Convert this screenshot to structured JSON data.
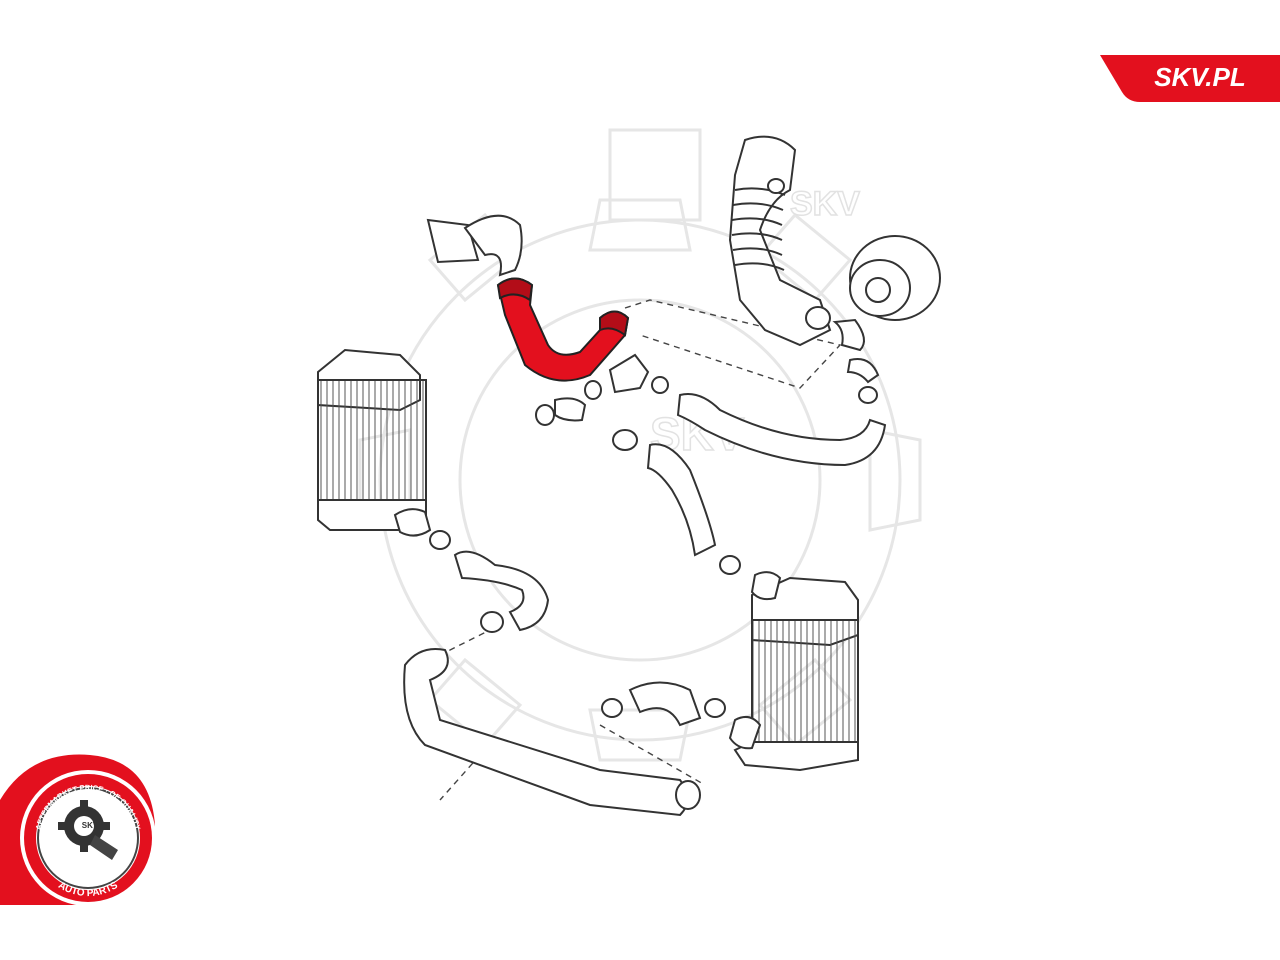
{
  "brand": {
    "site_label": "SKV.PL",
    "accent_color": "#e3101e",
    "watermark_text": "SKV"
  },
  "badge": {
    "top_arc_text": "AFTERMARKET PRICE · OE QUALITY",
    "bottom_arc_text": "AUTO PARTS",
    "center_text": "SKV",
    "icon": "gear-wrench-logo-icon"
  },
  "diagram": {
    "highlighted_part": "charge-air-hose",
    "highlight_color": "#e3101e",
    "line_color": "#333333"
  }
}
